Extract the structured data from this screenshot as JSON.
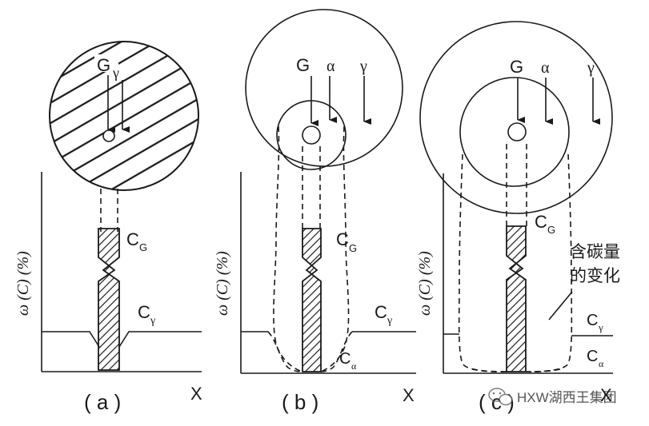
{
  "diagram": {
    "panels": [
      {
        "caption": "( a )",
        "x_axis": "X",
        "y_axis": "ω (C) (%)",
        "labels": {
          "g": "G",
          "gamma": "γ",
          "cg": "C",
          "cg_sub": "G",
          "cgamma": "C",
          "cgamma_sub": "γ"
        }
      },
      {
        "caption": "( b )",
        "x_axis": "X",
        "y_axis": "ω (C) (%)",
        "labels": {
          "g": "G",
          "alpha": "α",
          "gamma": "γ",
          "cg": "C",
          "cg_sub": "G",
          "cgamma": "C",
          "cgamma_sub": "γ",
          "calpha": "C",
          "calpha_sub": "α"
        }
      },
      {
        "caption": "( c )",
        "x_axis": "X",
        "y_axis": "ω (C) (%)",
        "labels": {
          "g": "G",
          "alpha": "α",
          "gamma": "γ",
          "cg": "C",
          "cg_sub": "G",
          "cgamma": "C",
          "cgamma_sub": "γ",
          "calpha": "C",
          "calpha_sub": "α",
          "note_line1": "含碳量",
          "note_line2": "的变化"
        }
      }
    ]
  },
  "watermark": {
    "text": "HXW湖西王集团",
    "icon": "wechat-icon"
  }
}
